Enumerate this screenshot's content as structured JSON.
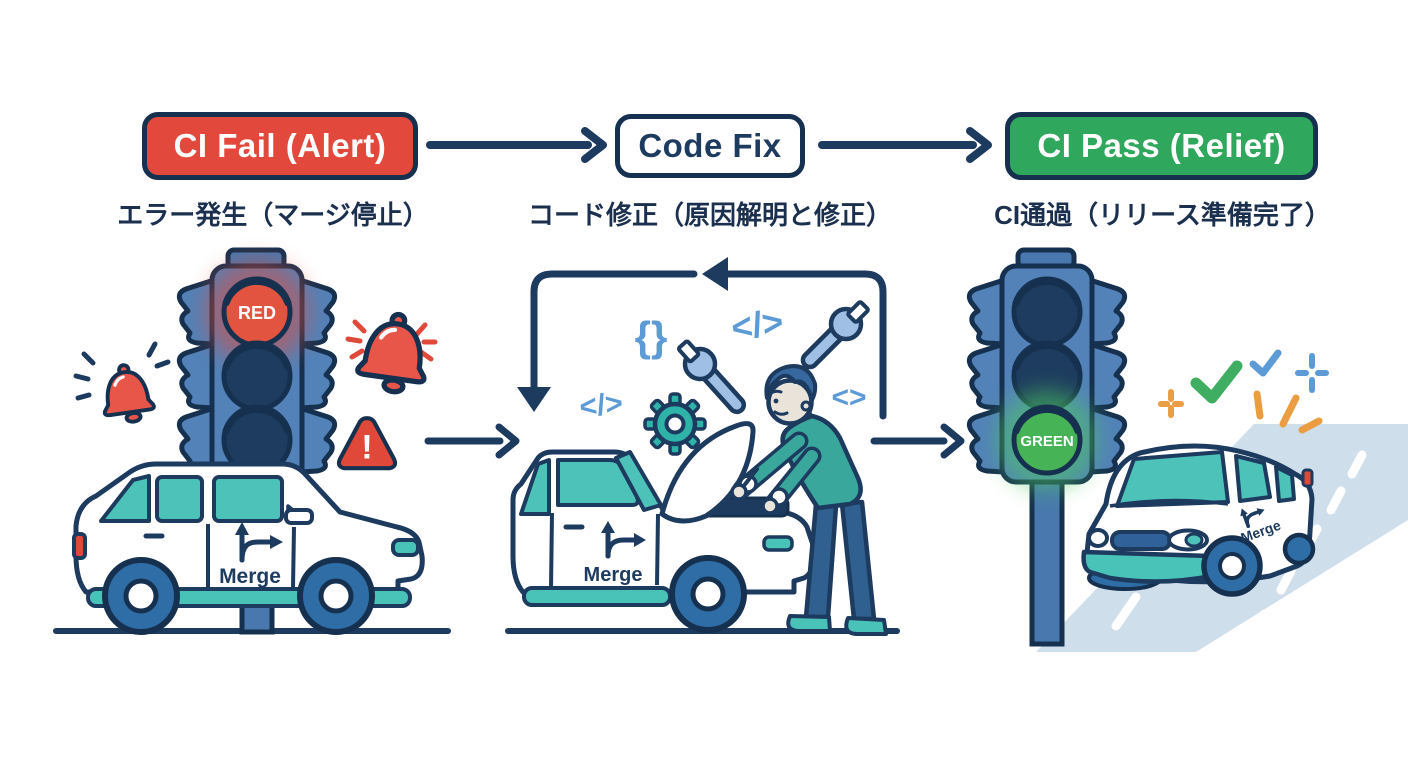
{
  "flow": {
    "steps": [
      {
        "label": "CI Fail (Alert)",
        "subtitle": "エラー発生（マージ停止）"
      },
      {
        "label": "Code Fix",
        "subtitle": "コード修正（原因解明と修正）"
      },
      {
        "label": "CI Pass (Relief)",
        "subtitle": "CI通過（リリース準備完了）"
      }
    ]
  },
  "traffic_lights": {
    "left_active": "RED",
    "right_active": "GREEN"
  },
  "car": {
    "door_label": "Merge"
  },
  "warning": {
    "mark": "!"
  },
  "code_symbols": {
    "braces": "{}",
    "tag1": "</>",
    "tag2": "</>",
    "angle": "<>"
  },
  "colors": {
    "navy": "#1d3a5f",
    "outline": "#16314f",
    "red": "#e2493c",
    "green": "#2fa75c",
    "teal": "#49c2b8",
    "light_blue": "#5c9bd6",
    "orange": "#eb9d41",
    "traffic_body_blue": "#5282b8",
    "road": "#cfdeeb",
    "wheel_blue": "#2e6da6"
  }
}
